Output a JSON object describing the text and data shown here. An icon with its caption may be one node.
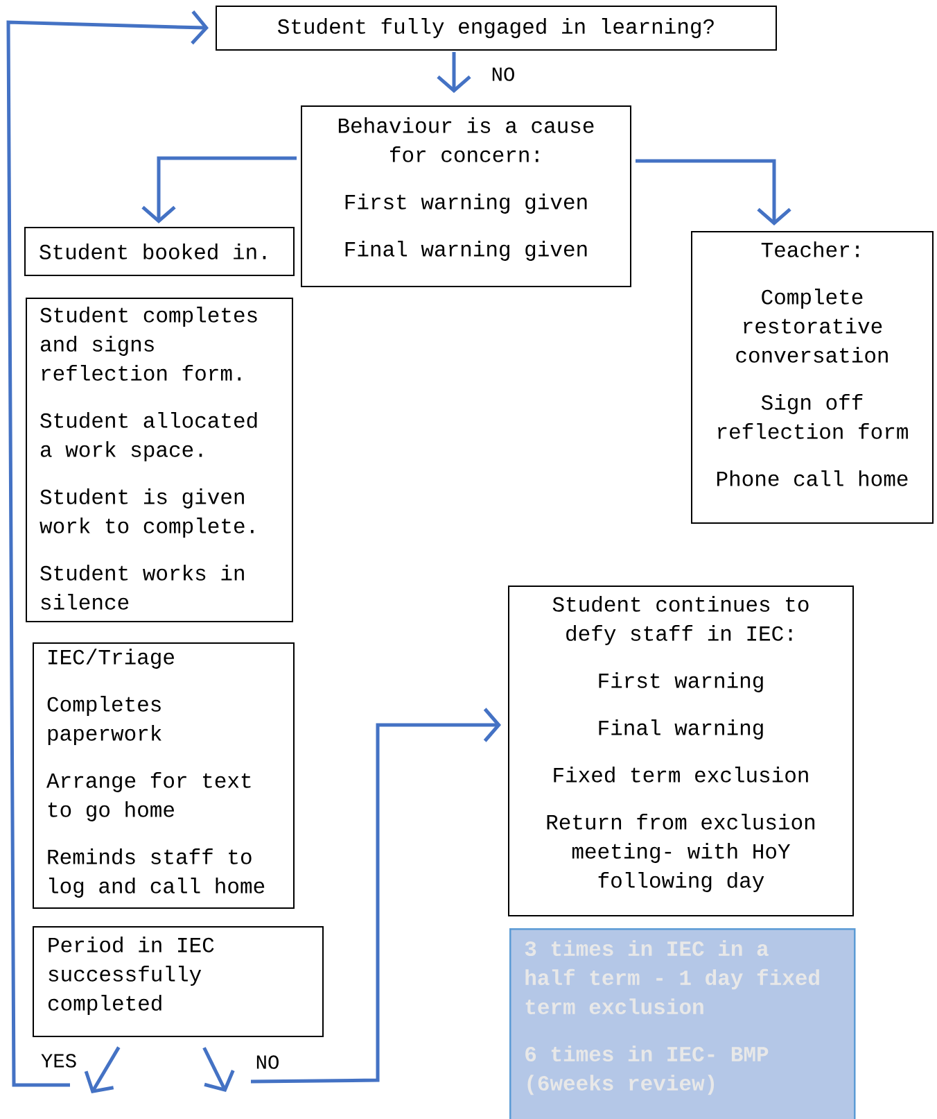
{
  "diagram": {
    "nodes": [
      {
        "text": [
          "Student fully engaged in learning?"
        ]
      },
      {
        "text": [
          "Behaviour is a cause for concern:",
          "First warning given",
          "Final warning given"
        ]
      },
      {
        "text": [
          "Student booked in."
        ]
      },
      {
        "text": [
          "Student completes and signs reflection form.",
          "Student allocated a work space.",
          "Student is given work to complete.",
          "Student works in silence"
        ]
      },
      {
        "text": [
          "IEC/Triage",
          "Completes paperwork",
          "Arrange for text to go home",
          "Reminds staff to log and call home"
        ]
      },
      {
        "text": [
          "Period in IEC successfully completed"
        ]
      },
      {
        "text": [
          "Teacher:",
          "Complete restorative conversation",
          "Sign off reflection form",
          "Phone call home"
        ]
      },
      {
        "text": [
          "Student continues to defy staff in IEC:",
          "First warning",
          "Final warning",
          "Fixed term exclusion",
          "Return from exclusion meeting- with HoY following day"
        ]
      },
      {
        "text": [
          "3 times in IEC in a half term - 1 day fixed term exclusion",
          "6 times in IEC- BMP (6weeks review)"
        ]
      }
    ],
    "edges": [
      {
        "from": 0,
        "to": 1,
        "arrow": "to",
        "label": "NO"
      },
      {
        "from": 1,
        "to": 2,
        "arrow": "to"
      },
      {
        "from": 1,
        "to": 6,
        "arrow": "to"
      },
      {
        "from": 5,
        "to": null,
        "arrow": "to",
        "label": "YES"
      },
      {
        "from": null,
        "to": 0,
        "arrow": "to"
      },
      {
        "from": 5,
        "to": null,
        "arrow": "to"
      },
      {
        "from": null,
        "to": 7,
        "arrow": "to",
        "label": "NO"
      }
    ]
  }
}
